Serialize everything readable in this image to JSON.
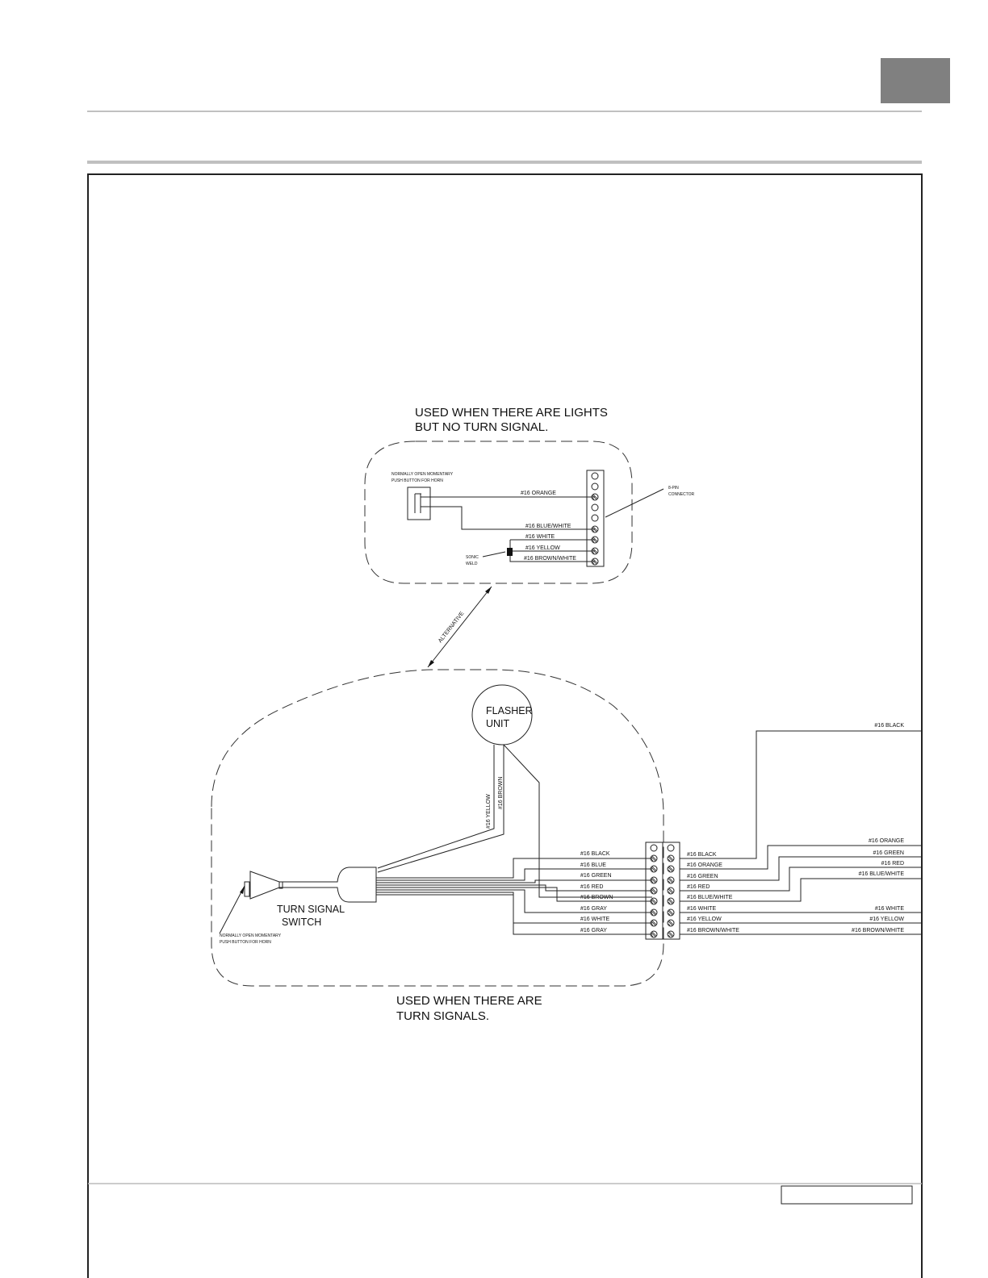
{
  "page": {
    "header_tab_color": "#808080",
    "rule_color": "#c0c0c0",
    "footer_box_text": ""
  },
  "no_turn_signal_panel": {
    "title_line1": "USED WHEN THERE ARE LIGHTS",
    "title_line2": "BUT NO TURN SIGNAL.",
    "horn_label_line1": "NORMALLY OPEN MOMENTARY",
    "horn_label_line2": "PUSH BUTTON FOR HORN",
    "connector_label_line1": "8-PIN",
    "connector_label_line2": "CONNECTOR",
    "sonic_weld_line1": "SONIC",
    "sonic_weld_line2": "WELD",
    "wires": [
      "#16 ORANGE",
      "#16 BLUE/WHITE",
      "#16 WHITE",
      "#16 YELLOW",
      "#16 BROWN/WHITE"
    ]
  },
  "alternative_label": "ALTERNATIVE",
  "turn_signal_panel": {
    "title_line1": "USED WHEN THERE ARE",
    "title_line2": "TURN SIGNALS.",
    "flasher_line1": "FLASHER",
    "flasher_line2": "UNIT",
    "flasher_wire_yellow": "#16 YELLOW",
    "flasher_wire_brown": "#16 BROWN",
    "switch_line1": "TURN SIGNAL",
    "switch_line2": "SWITCH",
    "horn_label_line1": "NORMALLY OPEN MOMENTARY",
    "horn_label_line2": "PUSH BUTTON FOR HORN",
    "connector_left_wires": [
      "#16 BLACK",
      "#16 BLUE",
      "#16 GREEN",
      "#16 RED",
      "#16 BROWN",
      "#16 GRAY",
      "#16 WHITE",
      "#16 GRAY"
    ],
    "connector_right_wires": [
      "#16 BLACK",
      "#16 ORANGE",
      "#16 GREEN",
      "#16 RED",
      "#16 BLUE/WHITE",
      "#16 WHITE",
      "#16 YELLOW",
      "#16 BROWN/WHITE"
    ],
    "harness_wires": [
      "#16 BLACK",
      "#16 ORANGE",
      "#16 GREEN",
      "#16 RED",
      "#16 BLUE/WHITE",
      "#16 WHITE",
      "#16 YELLOW",
      "#16 BROWN/WHITE"
    ]
  }
}
